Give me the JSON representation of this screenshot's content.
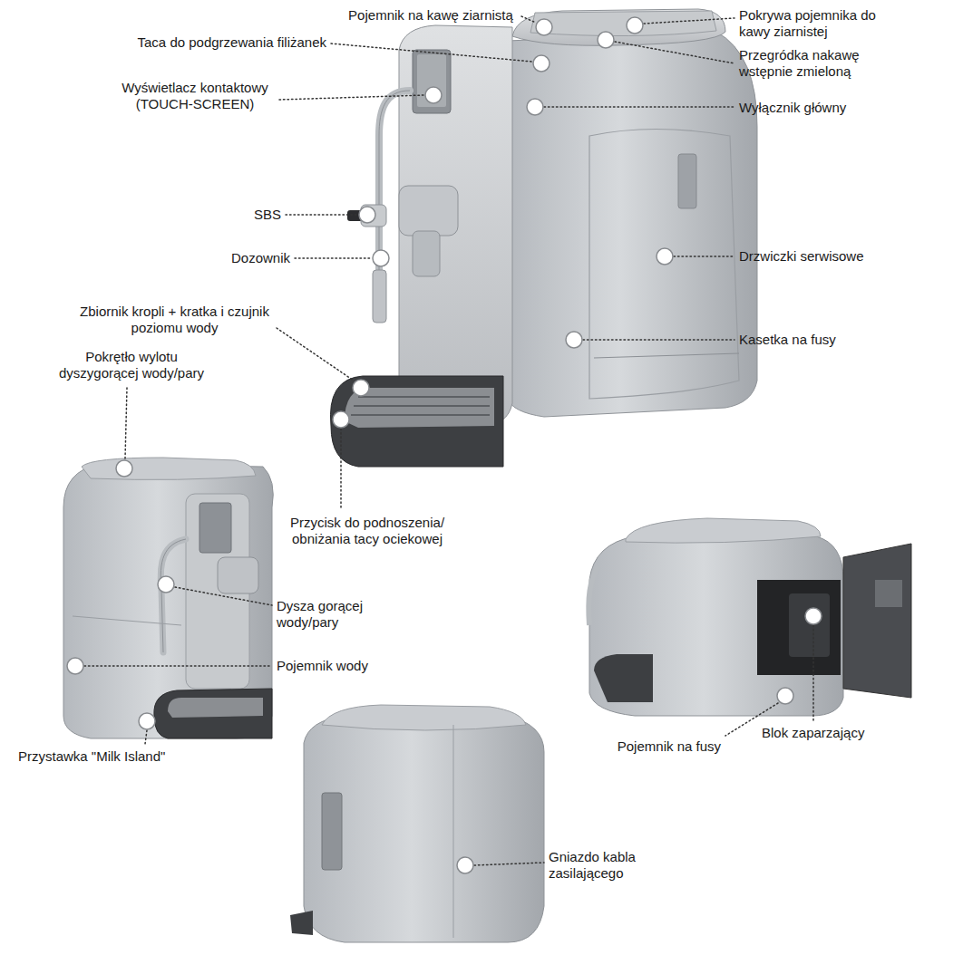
{
  "diagram": {
    "labels": [
      "Pojemnik na kawę ziarnistą",
      "Pokrywa pojemnika do kawy ziarnistej",
      "Taca do podgrzewania filiżanek",
      "Przegródka nakawę wstępnie zmieloną",
      "Wyświetlacz kontaktowy (TOUCH-SCREEN)",
      "Wyłącznik główny",
      "SBS",
      "Dozownik",
      "Drzwiczki serwisowe",
      "Kasetka na fusy",
      "Zbiornik kropli + kratka i czujnik poziomu wody",
      "Pokrętło wylotu dyszygorącej wody/pary",
      "Przycisk do podnoszenia/ obniżania tacy ociekowej",
      "Dysza gorącej wody/pary",
      "Pojemnik wody",
      "Przystawka \"Milk Island\"",
      "Pojemnik na fusy",
      "Blok zaparzający",
      "Gniazdo kabla zasilającego"
    ]
  }
}
